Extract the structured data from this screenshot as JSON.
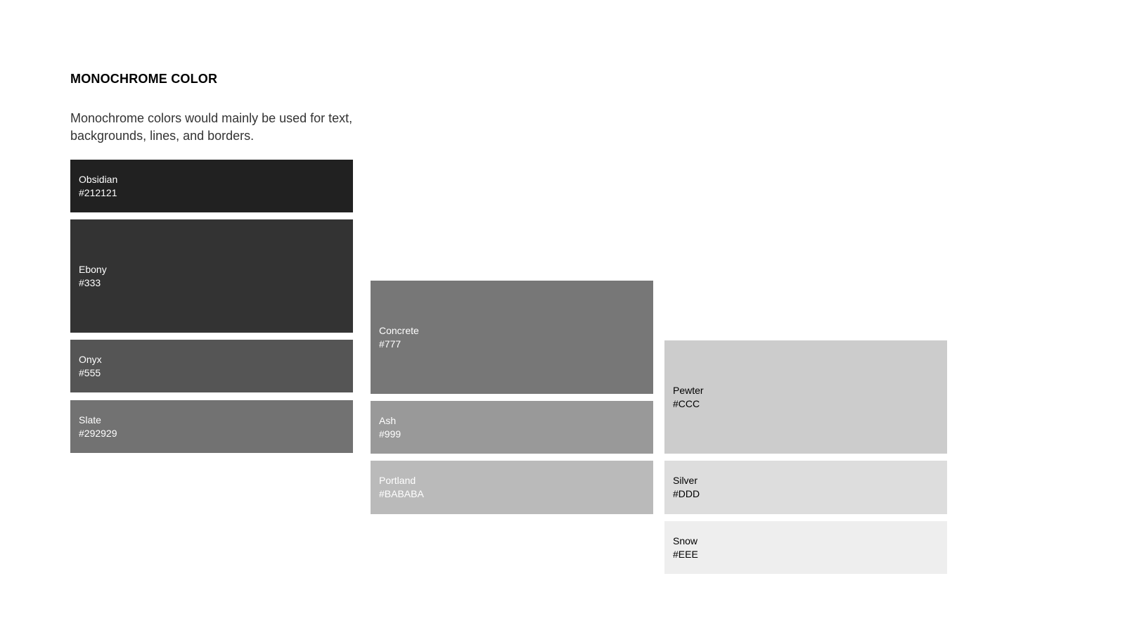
{
  "heading": {
    "title": "MONOCHROME COLOR",
    "description": "Monochrome colors would mainly be used for text, backgrounds, lines, and borders."
  },
  "swatches": [
    {
      "name": "Obsidian",
      "hex": "#212121",
      "fill": "#212121",
      "text_color": "#ffffff"
    },
    {
      "name": "Ebony",
      "hex": "#333",
      "fill": "#333333",
      "text_color": "#ffffff"
    },
    {
      "name": "Onyx",
      "hex": "#555",
      "fill": "#555555",
      "text_color": "#ffffff"
    },
    {
      "name": "Slate",
      "hex": "#292929",
      "fill": "#727272",
      "text_color": "#ffffff"
    },
    {
      "name": "Concrete",
      "hex": "#777",
      "fill": "#777777",
      "text_color": "#ffffff"
    },
    {
      "name": "Ash",
      "hex": "#999",
      "fill": "#999999",
      "text_color": "#ffffff"
    },
    {
      "name": "Portland",
      "hex": "#BABABA",
      "fill": "#bababa",
      "text_color": "#ffffff"
    },
    {
      "name": "Pewter",
      "hex": "#CCC",
      "fill": "#cccccc",
      "text_color": "#000000"
    },
    {
      "name": "Silver",
      "hex": "#DDD",
      "fill": "#dddddd",
      "text_color": "#000000"
    },
    {
      "name": "Snow",
      "hex": "#EEE",
      "fill": "#eeeeee",
      "text_color": "#000000"
    }
  ]
}
